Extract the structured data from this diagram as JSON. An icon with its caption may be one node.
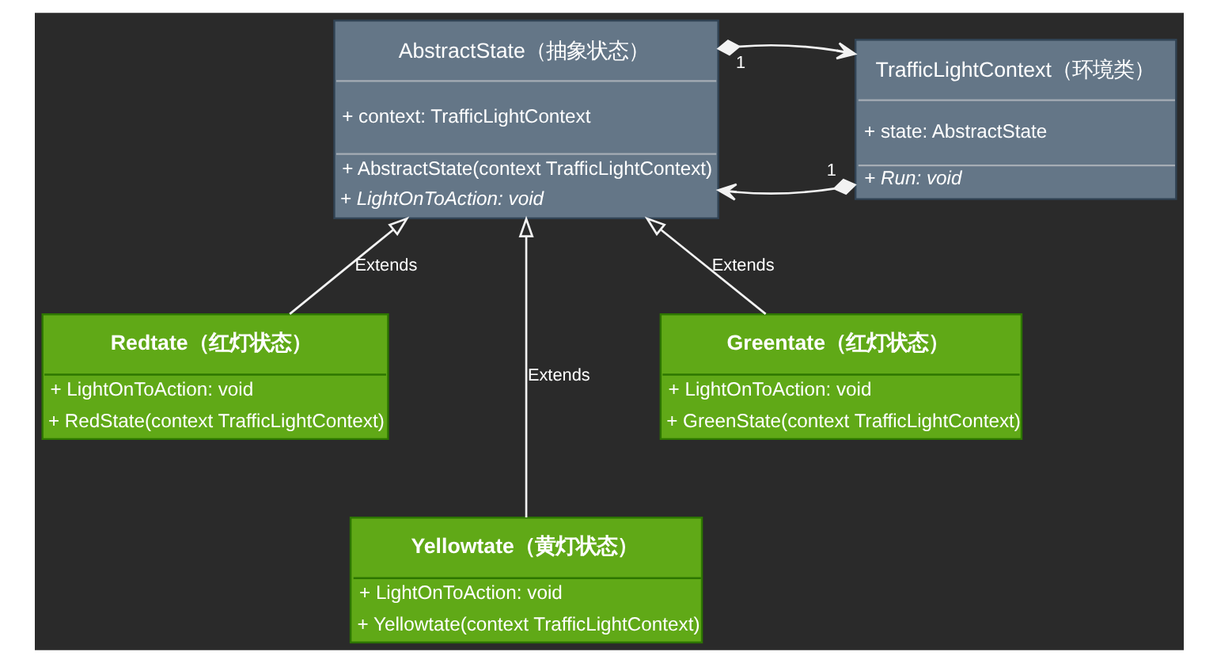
{
  "diagram": {
    "nodes": [
      {
        "text": [
          "AbstractState（抽象状态）",
          "+ context: TrafficLightContext",
          "+ AbstractState(context TrafficLightContext)",
          "+ LightOnToAction: void"
        ]
      },
      {
        "text": [
          "TrafficLightContext（环境类）",
          "+ state: AbstractState",
          "+ Run: void"
        ]
      },
      {
        "text": [
          "Redtate（红灯状态）",
          "+ LightOnToAction: void",
          "+ RedState(context TrafficLightContext)"
        ]
      },
      {
        "text": [
          "Greentate（红灯状态）",
          "+ LightOnToAction: void",
          "+ GreenState(context TrafficLightContext)"
        ]
      },
      {
        "text": [
          "Yellowtate（黄灯状态）",
          "+ LightOnToAction: void",
          "+ Yellowtate(context TrafficLightContext)"
        ]
      }
    ],
    "edges": [
      {
        "from": 0,
        "to": 1,
        "arrow": "to",
        "label": "1"
      },
      {
        "from": 1,
        "to": 0,
        "arrow": "to",
        "label": "1"
      },
      {
        "from": 2,
        "to": 0,
        "arrow": "to",
        "label": "Extends"
      },
      {
        "from": 4,
        "to": 0,
        "arrow": "to",
        "label": "Extends"
      },
      {
        "from": 3,
        "to": 0,
        "arrow": "to",
        "label": "Extends"
      }
    ]
  }
}
